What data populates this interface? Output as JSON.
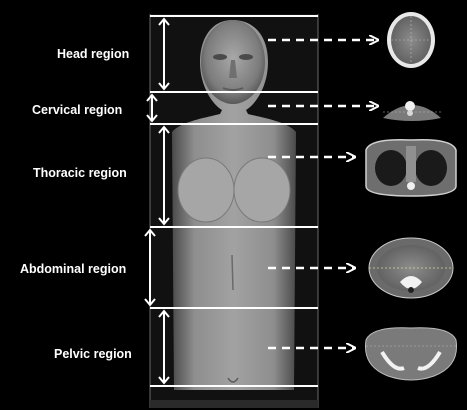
{
  "figure": {
    "background_color": "#000000",
    "line_color": "#ffffff",
    "body_color": "#8a8a8a",
    "regions": [
      {
        "key": "head",
        "label": "Head region"
      },
      {
        "key": "cervical",
        "label": "Cervical region"
      },
      {
        "key": "thoracic",
        "label": "Thoracic region"
      },
      {
        "key": "abdominal",
        "label": "Abdominal region"
      },
      {
        "key": "pelvic",
        "label": "Pelvic region"
      }
    ]
  }
}
